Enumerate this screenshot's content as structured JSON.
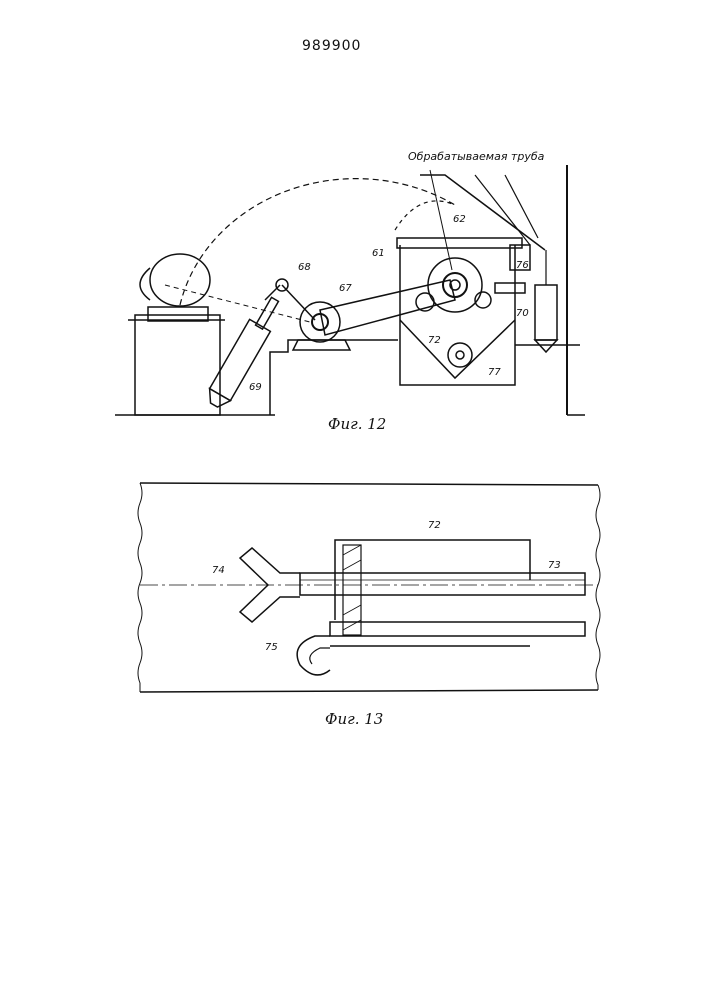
{
  "header": {
    "patent_number": "989900"
  },
  "figure12": {
    "caption": "Фиг. 12",
    "annotation": "Обрабатываемая труба",
    "labels": {
      "l61": "61",
      "l62": "62",
      "l67": "67",
      "l68": "68",
      "l69": "69",
      "l70": "70",
      "l72": "72",
      "l76": "76",
      "l77": "77"
    }
  },
  "figure13": {
    "caption": "Фиг. 13",
    "labels": {
      "l72": "72",
      "l73": "73",
      "l74": "74",
      "l75": "75"
    }
  }
}
